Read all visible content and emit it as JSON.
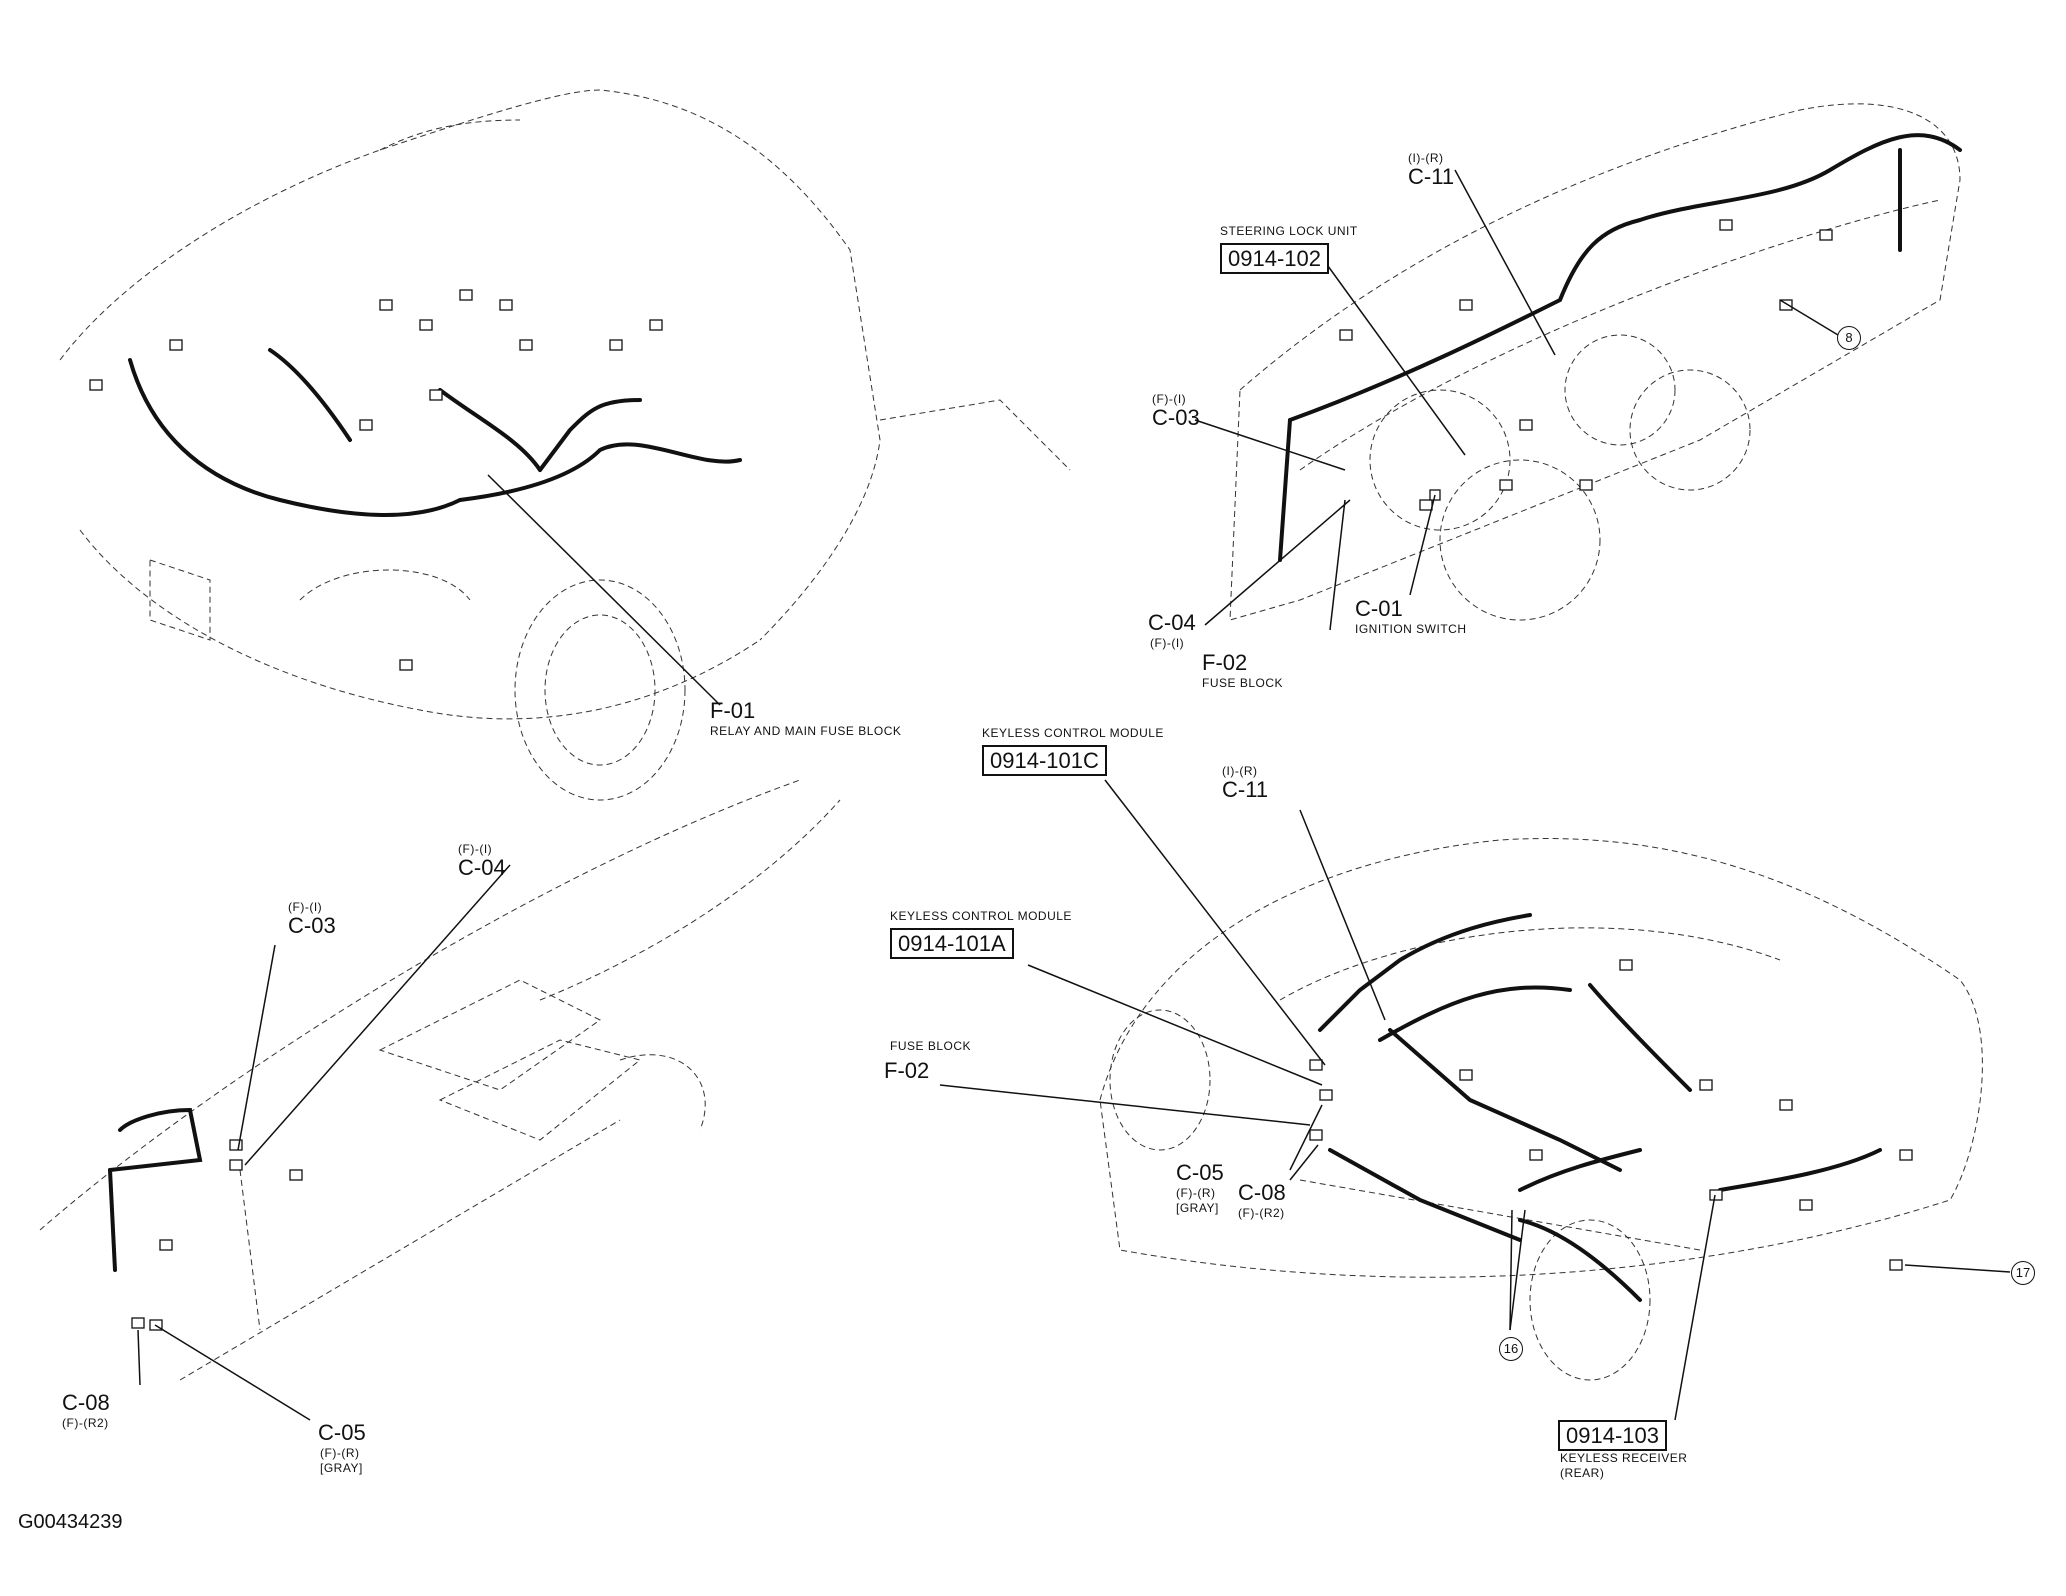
{
  "figure_id": "G00434239",
  "views": {
    "engine_bay": {
      "f01": {
        "code": "F-01",
        "caption": "RELAY AND MAIN FUSE BLOCK"
      }
    },
    "dashboard": {
      "steering_lock": {
        "caption": "STEERING LOCK UNIT",
        "ref": "0914-102"
      },
      "c11": {
        "code": "C-11",
        "sub": "(I)-(R)"
      },
      "c03": {
        "code": "C-03",
        "sub": "(F)-(I)"
      },
      "c04": {
        "code": "C-04",
        "sub": "(F)-(I)"
      },
      "c01": {
        "code": "C-01",
        "caption": "IGNITION SWITCH"
      },
      "f02": {
        "code": "F-02",
        "caption": "FUSE BLOCK"
      },
      "callout_8": "8"
    },
    "under_dash": {
      "c03": {
        "code": "C-03",
        "sub": "(F)-(I)"
      },
      "c04": {
        "code": "C-04",
        "sub": "(F)-(I)"
      },
      "c08": {
        "code": "C-08",
        "sub": "(F)-(R2)"
      },
      "c05": {
        "code": "C-05",
        "sub": "(F)-(R)",
        "sub2": "[GRAY]"
      }
    },
    "body": {
      "kcm_c": {
        "caption": "KEYLESS CONTROL MODULE",
        "ref": "0914-101C"
      },
      "kcm_a": {
        "caption": "KEYLESS CONTROL MODULE",
        "ref": "0914-101A"
      },
      "fuse_block": {
        "caption": "FUSE BLOCK",
        "code": "F-02"
      },
      "c11": {
        "code": "C-11",
        "sub": "(I)-(R)"
      },
      "c05": {
        "code": "C-05",
        "sub": "(F)-(R)",
        "sub2": "[GRAY]"
      },
      "c08": {
        "code": "C-08",
        "sub": "(F)-(R2)"
      },
      "keyless_receiver": {
        "ref": "0914-103",
        "caption": "KEYLESS RECEIVER",
        "caption2": "(REAR)"
      },
      "callout_16": "16",
      "callout_17": "17"
    }
  }
}
